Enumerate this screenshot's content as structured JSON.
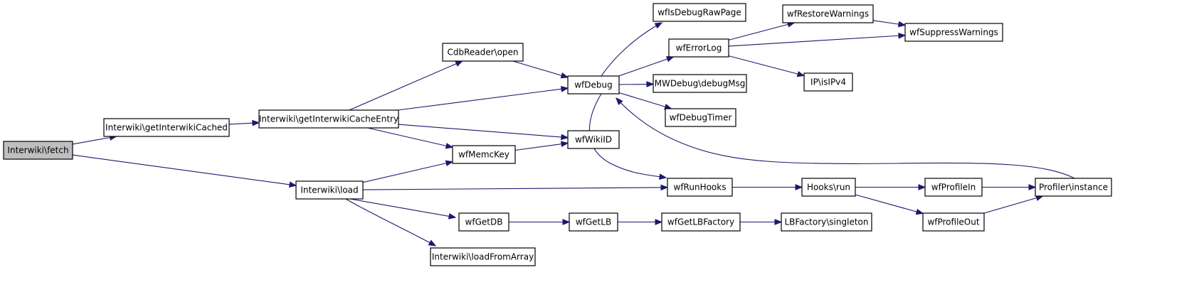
{
  "graph": {
    "nodes": [
      {
        "id": "fetch",
        "label": "Interwiki\\fetch",
        "root": true
      },
      {
        "id": "getInterwikiCached",
        "label": "Interwiki\\getInterwikiCached"
      },
      {
        "id": "getInterwikiCacheEntry",
        "label": "Interwiki\\getInterwikiCacheEntry"
      },
      {
        "id": "load",
        "label": "Interwiki\\load"
      },
      {
        "id": "cdbopen",
        "label": "CdbReader\\open"
      },
      {
        "id": "wfMemcKey",
        "label": "wfMemcKey"
      },
      {
        "id": "wfGetDB",
        "label": "wfGetDB"
      },
      {
        "id": "loadFromArray",
        "label": "Interwiki\\loadFromArray"
      },
      {
        "id": "wfDebug",
        "label": "wfDebug"
      },
      {
        "id": "wfWikiID",
        "label": "wfWikiID"
      },
      {
        "id": "wfGetLB",
        "label": "wfGetLB"
      },
      {
        "id": "wfIsDebugRawPage",
        "label": "wfIsDebugRawPage"
      },
      {
        "id": "wfErrorLog",
        "label": "wfErrorLog"
      },
      {
        "id": "debugMsg",
        "label": "MWDebug\\debugMsg"
      },
      {
        "id": "wfDebugTimer",
        "label": "wfDebugTimer"
      },
      {
        "id": "wfRunHooks",
        "label": "wfRunHooks"
      },
      {
        "id": "wfGetLBFactory",
        "label": "wfGetLBFactory"
      },
      {
        "id": "wfRestoreWarnings",
        "label": "wfRestoreWarnings"
      },
      {
        "id": "isIPv4",
        "label": "IP\\isIPv4"
      },
      {
        "id": "hooksrun",
        "label": "Hooks\\run"
      },
      {
        "id": "singleton",
        "label": "LBFactory\\singleton"
      },
      {
        "id": "wfSuppressWarnings",
        "label": "wfSuppressWarnings"
      },
      {
        "id": "wfProfileIn",
        "label": "wfProfileIn"
      },
      {
        "id": "wfProfileOut",
        "label": "wfProfileOut"
      },
      {
        "id": "profinstance",
        "label": "Profiler\\instance"
      }
    ],
    "edges": [
      {
        "from": "fetch",
        "to": "getInterwikiCached"
      },
      {
        "from": "fetch",
        "to": "load"
      },
      {
        "from": "getInterwikiCached",
        "to": "getInterwikiCacheEntry"
      },
      {
        "from": "getInterwikiCacheEntry",
        "to": "cdbopen"
      },
      {
        "from": "getInterwikiCacheEntry",
        "to": "wfDebug"
      },
      {
        "from": "getInterwikiCacheEntry",
        "to": "wfWikiID"
      },
      {
        "from": "getInterwikiCacheEntry",
        "to": "wfMemcKey"
      },
      {
        "from": "cdbopen",
        "to": "wfDebug"
      },
      {
        "from": "load",
        "to": "wfMemcKey"
      },
      {
        "from": "load",
        "to": "wfRunHooks"
      },
      {
        "from": "load",
        "to": "wfGetDB"
      },
      {
        "from": "load",
        "to": "loadFromArray"
      },
      {
        "from": "wfMemcKey",
        "to": "wfWikiID"
      },
      {
        "from": "wfDebug",
        "to": "wfIsDebugRawPage"
      },
      {
        "from": "wfDebug",
        "to": "wfErrorLog"
      },
      {
        "from": "wfDebug",
        "to": "debugMsg"
      },
      {
        "from": "wfDebug",
        "to": "wfDebugTimer"
      },
      {
        "from": "wfDebug",
        "to": "wfRunHooks"
      },
      {
        "from": "wfErrorLog",
        "to": "wfRestoreWarnings"
      },
      {
        "from": "wfErrorLog",
        "to": "wfSuppressWarnings"
      },
      {
        "from": "wfErrorLog",
        "to": "isIPv4"
      },
      {
        "from": "wfRestoreWarnings",
        "to": "wfSuppressWarnings"
      },
      {
        "from": "wfGetDB",
        "to": "wfGetLB"
      },
      {
        "from": "wfGetLB",
        "to": "wfGetLBFactory"
      },
      {
        "from": "wfGetLBFactory",
        "to": "singleton"
      },
      {
        "from": "wfRunHooks",
        "to": "hooksrun"
      },
      {
        "from": "hooksrun",
        "to": "wfProfileIn"
      },
      {
        "from": "hooksrun",
        "to": "wfProfileOut"
      },
      {
        "from": "wfProfileIn",
        "to": "profinstance"
      },
      {
        "from": "wfProfileOut",
        "to": "profinstance"
      },
      {
        "from": "profinstance",
        "to": "wfDebug"
      }
    ]
  },
  "colors": {
    "edge": "#191970",
    "root_fill": "#bfbfbf",
    "node_fill": "#ffffff",
    "node_stroke": "#000000"
  }
}
